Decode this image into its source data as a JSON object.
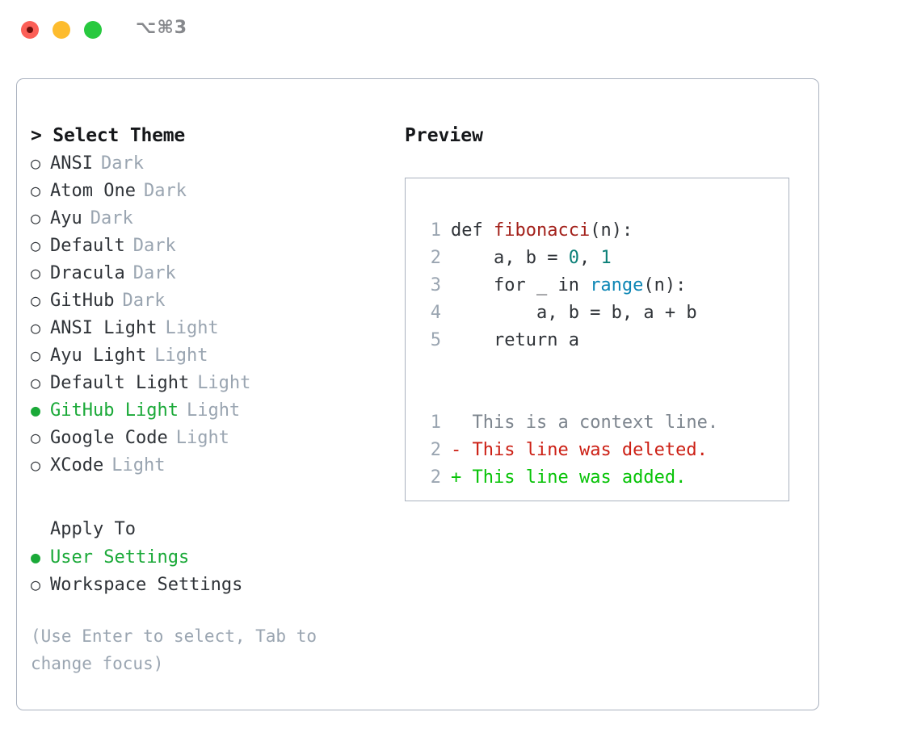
{
  "window": {
    "title": "⌥⌘3",
    "traffic_lights": [
      {
        "name": "close",
        "color": "#fc5f57"
      },
      {
        "name": "minimize",
        "color": "#fdbc2e"
      },
      {
        "name": "zoom",
        "color": "#28c93f"
      }
    ]
  },
  "left": {
    "heading": "> Select Theme",
    "themes": [
      {
        "bullet": "○",
        "name": "ANSI",
        "tag": "Dark",
        "selected": false
      },
      {
        "bullet": "○",
        "name": "Atom One",
        "tag": "Dark",
        "selected": false
      },
      {
        "bullet": "○",
        "name": "Ayu",
        "tag": "Dark",
        "selected": false
      },
      {
        "bullet": "○",
        "name": "Default",
        "tag": "Dark",
        "selected": false
      },
      {
        "bullet": "○",
        "name": "Dracula",
        "tag": "Dark",
        "selected": false
      },
      {
        "bullet": "○",
        "name": "GitHub",
        "tag": "Dark",
        "selected": false
      },
      {
        "bullet": "○",
        "name": "ANSI Light",
        "tag": "Light",
        "selected": false
      },
      {
        "bullet": "○",
        "name": "Ayu Light",
        "tag": "Light",
        "selected": false
      },
      {
        "bullet": "○",
        "name": "Default Light",
        "tag": "Light",
        "selected": false
      },
      {
        "bullet": "●",
        "name": "GitHub Light",
        "tag": "Light",
        "selected": true
      },
      {
        "bullet": "○",
        "name": "Google Code",
        "tag": "Light",
        "selected": false
      },
      {
        "bullet": "○",
        "name": "XCode",
        "tag": "Light",
        "selected": false
      }
    ],
    "apply_to": {
      "heading": "Apply To",
      "options": [
        {
          "bullet": "●",
          "label": "User Settings",
          "selected": true
        },
        {
          "bullet": "○",
          "label": "Workspace Settings",
          "selected": false
        }
      ]
    },
    "hint": "(Use Enter to select, Tab to change focus)"
  },
  "right": {
    "heading": "Preview",
    "code": [
      {
        "num": "1",
        "pre": "def ",
        "fn": "fibonacci",
        "post": "(n):"
      },
      {
        "num": "2",
        "indent": "    a, b = ",
        "n1": "0",
        "sep": ", ",
        "n2": "1"
      },
      {
        "num": "3",
        "pre": "    for _ in ",
        "call": "range",
        "post": "(n):"
      },
      {
        "num": "4",
        "plain": "        a, b = b, a + b"
      },
      {
        "num": "5",
        "plain": "    return a"
      }
    ],
    "diff": [
      {
        "num": "1",
        "marker": "  ",
        "text": "This is a context line.",
        "kind": "context"
      },
      {
        "num": "2",
        "marker": "- ",
        "text": "This line was deleted.",
        "kind": "deleted"
      },
      {
        "num": "2",
        "marker": "+ ",
        "text": "This line was added.",
        "kind": "added"
      }
    ]
  },
  "colors": {
    "accent_green": "#1aa938",
    "muted": "#9aa5b1",
    "text": "#2f3338",
    "border": "#aab2bf",
    "token_function": "#a3211b",
    "token_number": "#0c8078",
    "token_call": "#0d86b5",
    "diff_deleted": "#cc1f14",
    "diff_added": "#07c307",
    "diff_context": "#7d858e"
  }
}
